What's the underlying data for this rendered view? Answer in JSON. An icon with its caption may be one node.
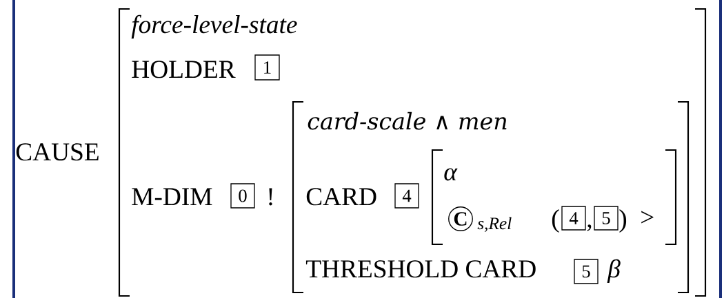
{
  "diagram": {
    "nodes": [
      {
        "text": [
          "force-level-state",
          "HOLDER",
          "M-DIM",
          "!"
        ]
      },
      {
        "text": [
          "1"
        ],
        "in": 0
      },
      {
        "text": [
          "0"
        ],
        "in": 0
      },
      {
        "text": [
          "card-scale ∧ men",
          "CARD",
          "THRESHOLD CARD",
          "β"
        ],
        "in": 0
      },
      {
        "text": [
          "4"
        ],
        "in": 3
      },
      {
        "text": [
          "α",
          "C",
          "s,Rel",
          "(",
          ",",
          ")",
          ">"
        ],
        "in": 3
      },
      {
        "text": [
          "4"
        ],
        "in": 5
      },
      {
        "text": [
          "5"
        ],
        "in": 5
      },
      {
        "text": [
          "5"
        ],
        "in": 3
      }
    ],
    "labels": [
      "CAUSE"
    ]
  }
}
